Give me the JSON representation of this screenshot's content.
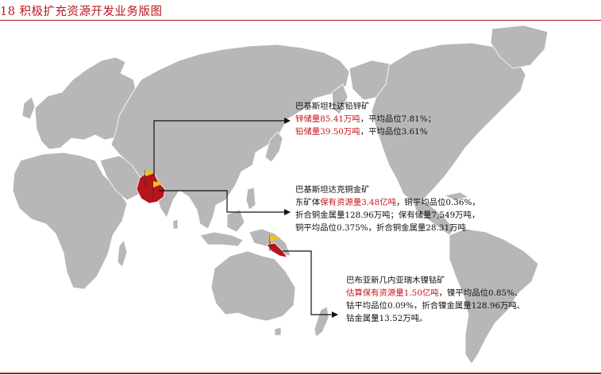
{
  "figure": {
    "title": "18 积极扩充资源开发业务版图"
  },
  "colors": {
    "land": "#b7b7b7",
    "highlight_region": "#b7141c",
    "flag": "#f2c318",
    "accent": "#b8181f"
  },
  "callouts": [
    {
      "id": "pakistan-dudar",
      "title": "巴基斯坦杜达铅锌矿",
      "lines": [
        {
          "red": "锌储量85.41万吨",
          "rest": "，平均品位7.81%；"
        },
        {
          "red": "铅储量39.50万吨",
          "rest": "，平均品位3.61%"
        }
      ]
    },
    {
      "id": "pakistan-saindak",
      "title": "巴基斯坦达克铜金矿",
      "lines": [
        {
          "pre": "东矿体",
          "red": "保有资源量3.48亿吨",
          "rest": "，铜平均品位0.36%，"
        },
        {
          "pre": "折合铜金属量128.96万吨；保有储量7,549万吨，"
        },
        {
          "pre": "铜平均品位0.375%，折合铜金属量28.31万吨"
        }
      ]
    },
    {
      "id": "png-ramu",
      "title": "巴布亚新几内亚瑞木镍钴矿",
      "lines": [
        {
          "red": "估算保有资源量1.50亿吨",
          "rest": "，镍平均品位0.85%、"
        },
        {
          "pre": "钴平均品位0.09%，折合镍金属量128.96万吨、"
        },
        {
          "pre": "钴金属量13.52万吨。"
        }
      ]
    }
  ]
}
